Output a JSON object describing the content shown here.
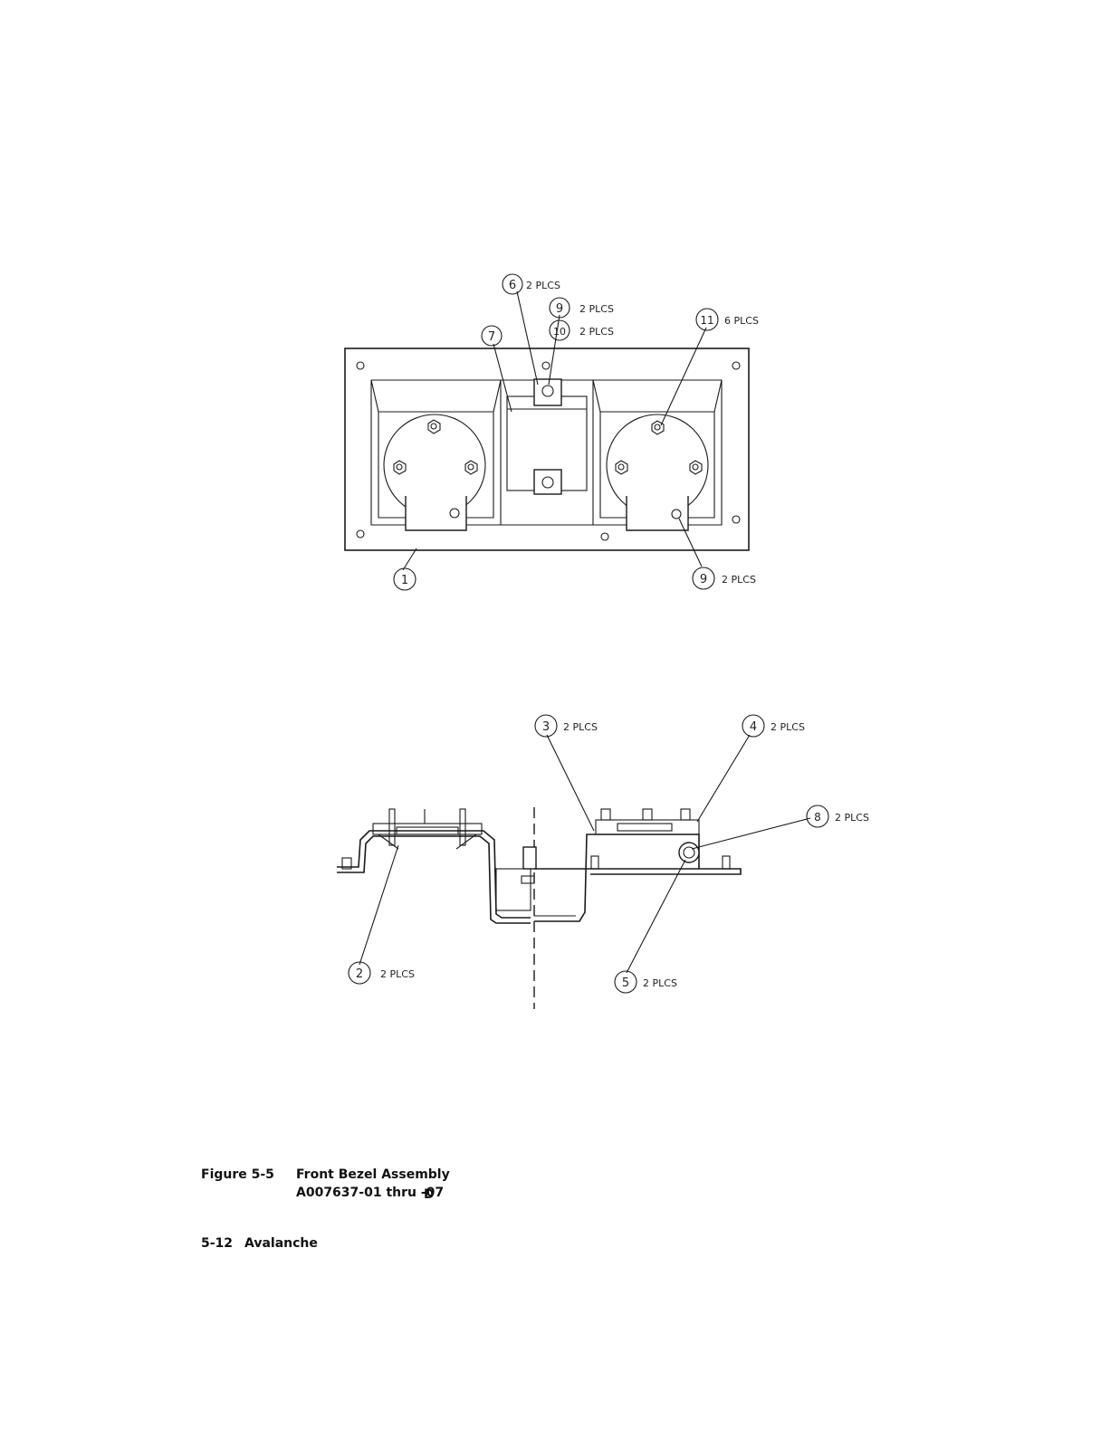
{
  "figure": {
    "number_label": "Figure 5-5",
    "title": "Front Bezel Assembly",
    "part_numbers": "A007637-01 thru -07",
    "revision": "D"
  },
  "footer": {
    "page": "5-12",
    "product": "Avalanche"
  },
  "top_view_callouts": [
    {
      "num": "6",
      "qty": "2 PLCS"
    },
    {
      "num": "9",
      "qty": "2 PLCS"
    },
    {
      "num": "10",
      "qty": "2 PLCS"
    },
    {
      "num": "7",
      "qty": ""
    },
    {
      "num": "11",
      "qty": "6 PLCS"
    },
    {
      "num": "1",
      "qty": ""
    },
    {
      "num": "9",
      "qty": "2 PLCS"
    }
  ],
  "section_view_callouts": [
    {
      "num": "3",
      "qty": "2 PLCS"
    },
    {
      "num": "4",
      "qty": "2 PLCS"
    },
    {
      "num": "8",
      "qty": "2 PLCS"
    },
    {
      "num": "2",
      "qty": "2 PLCS"
    },
    {
      "num": "5",
      "qty": "2 PLCS"
    }
  ]
}
